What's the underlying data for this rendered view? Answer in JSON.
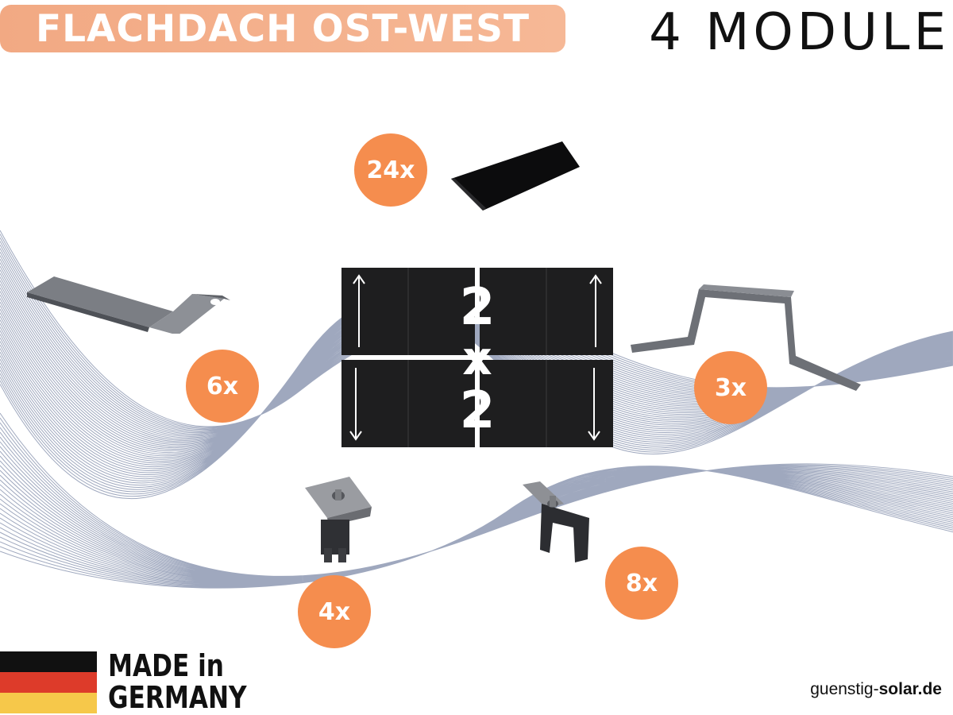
{
  "header": {
    "title": "FLACHDACH OST-WEST",
    "module_count": "4 MODULE"
  },
  "colors": {
    "accent_orange": "#f58d4e",
    "title_pill": "#f2a983",
    "panel_dark": "#1e1e1f",
    "wave_lines": "#7f8ba8",
    "flag_black": "#111111",
    "flag_red": "#dd3b2a",
    "flag_gold": "#f6c84a"
  },
  "parts": [
    {
      "name": "rubber-pad",
      "quantity": "24x"
    },
    {
      "name": "roof-hook",
      "quantity": "6x"
    },
    {
      "name": "bridge-bracket",
      "quantity": "3x"
    },
    {
      "name": "end-clamp",
      "quantity": "4x"
    },
    {
      "name": "middle-clamp",
      "quantity": "8x"
    }
  ],
  "panel_layout": {
    "rows": "2",
    "separator": "x",
    "cols": "2"
  },
  "footer": {
    "made_in_line1": "MADE in",
    "made_in_line2": "GERMANY",
    "brand_prefix": "guenstig-",
    "brand_suffix": "solar.de"
  }
}
